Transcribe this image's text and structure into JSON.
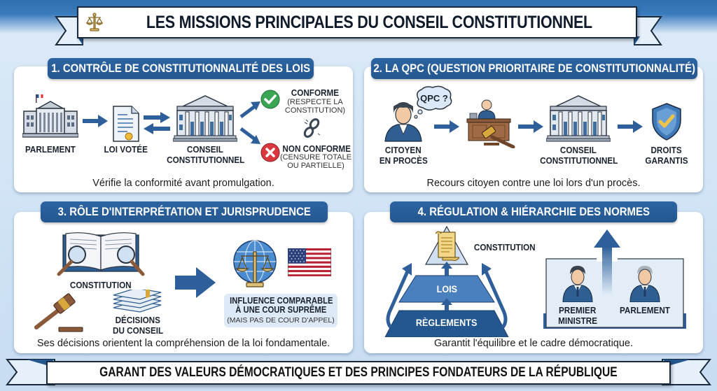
{
  "title": "LES MISSIONS PRINCIPALES DU CONSEIL CONSTITUTIONNEL",
  "title_icon": "scales-of-justice-icon",
  "colors": {
    "primary_blue": "#24578f",
    "header_blue": "#2f6fae",
    "background": "#cfe2f5",
    "check_green": "#3aa655",
    "cross_red": "#d9363e",
    "gold": "#e0b64a"
  },
  "sections": [
    {
      "id": 1,
      "heading": "1. CONTRÔLE DE CONSTITUTIONNALITÉ DES LOIS",
      "steps": [
        {
          "label": "PARLEMENT",
          "icon": "parliament-building-icon"
        },
        {
          "label": "LOI VOTÉE",
          "icon": "document-with-seal-icon"
        },
        {
          "label_line1": "CONSEIL",
          "label_line2": "CONSTITUTIONNEL",
          "icon": "courthouse-icon"
        }
      ],
      "outcomes": [
        {
          "label": "CONFORME",
          "detail_line1": "(RESPECTE LA",
          "detail_line2": "CONSTITUTION)",
          "icon": "check-circle-icon"
        },
        {
          "label": "NON CONFORME",
          "detail_line1": "(CENSURE TOTALE",
          "detail_line2": "OU PARTIELLE)",
          "icon": "x-circle-icon"
        }
      ],
      "broken_chain_icon": "broken-chain-icon",
      "caption": "Vérifie la conformité avant promulgation."
    },
    {
      "id": 2,
      "heading": "2. LA QPC (QUESTION PRIORITAIRE DE CONSTITUTIONNALITÉ)",
      "bubble": "QPC ?",
      "steps": [
        {
          "label_line1": "CITOYEN",
          "label_line2": "EN PROCÈS",
          "icon": "citizen-lawyer-icon"
        },
        {
          "label": "",
          "icon": "judge-bench-icon"
        },
        {
          "label_line1": "CONSEIL",
          "label_line2": "CONSTITUTIONNEL",
          "icon": "courthouse-icon"
        },
        {
          "label_line1": "DROITS",
          "label_line2": "GARANTIS",
          "icon": "shield-check-icon"
        }
      ],
      "caption": "Recours citoyen contre une loi lors d'un procès."
    },
    {
      "id": 3,
      "heading": "3. RÔLE D'INTERPRÉTATION ET JURISPRUDENCE",
      "items": [
        {
          "label": "CONSTITUTION",
          "icon": "open-book-magnifier-icon"
        },
        {
          "label": "",
          "icon": "gavel-icon"
        },
        {
          "label_line1": "DÉCISIONS",
          "label_line2": "DU CONSEIL",
          "icon": "stacked-papers-icon"
        }
      ],
      "influence_line1": "INFLUENCE COMPARABLE",
      "influence_line2": "À UNE COUR SUPRÊME",
      "influence_note": "(MAIS PAS DE COUR D'APPEL)",
      "globe_icon": "globe-scales-icon",
      "flag_icon": "us-flag-icon",
      "caption": "Ses décisions orientent la compréhension de la loi fondamentale."
    },
    {
      "id": 4,
      "heading": "4. RÉGULATION & HIÉRARCHIE DES NORMES",
      "pyramid": [
        {
          "label": "CONSTITUTION",
          "icon": "scroll-icon"
        },
        {
          "label": "LOIS"
        },
        {
          "label": "RÈGLEMENTS"
        }
      ],
      "actors": [
        {
          "label_line1": "PREMIER",
          "label_line2": "MINISTRE",
          "icon": "person-suit-icon"
        },
        {
          "label": "PARLEMENT",
          "icon": "person-suit-gray-hair-icon"
        }
      ],
      "caption": "Garantit l'équilibre et le cadre démocratique."
    }
  ],
  "footer": "GARANT DES VALEURS DÉMOCRATIQUES ET DES PRINCIPES FONDATEURS DE LA RÉPUBLIQUE"
}
